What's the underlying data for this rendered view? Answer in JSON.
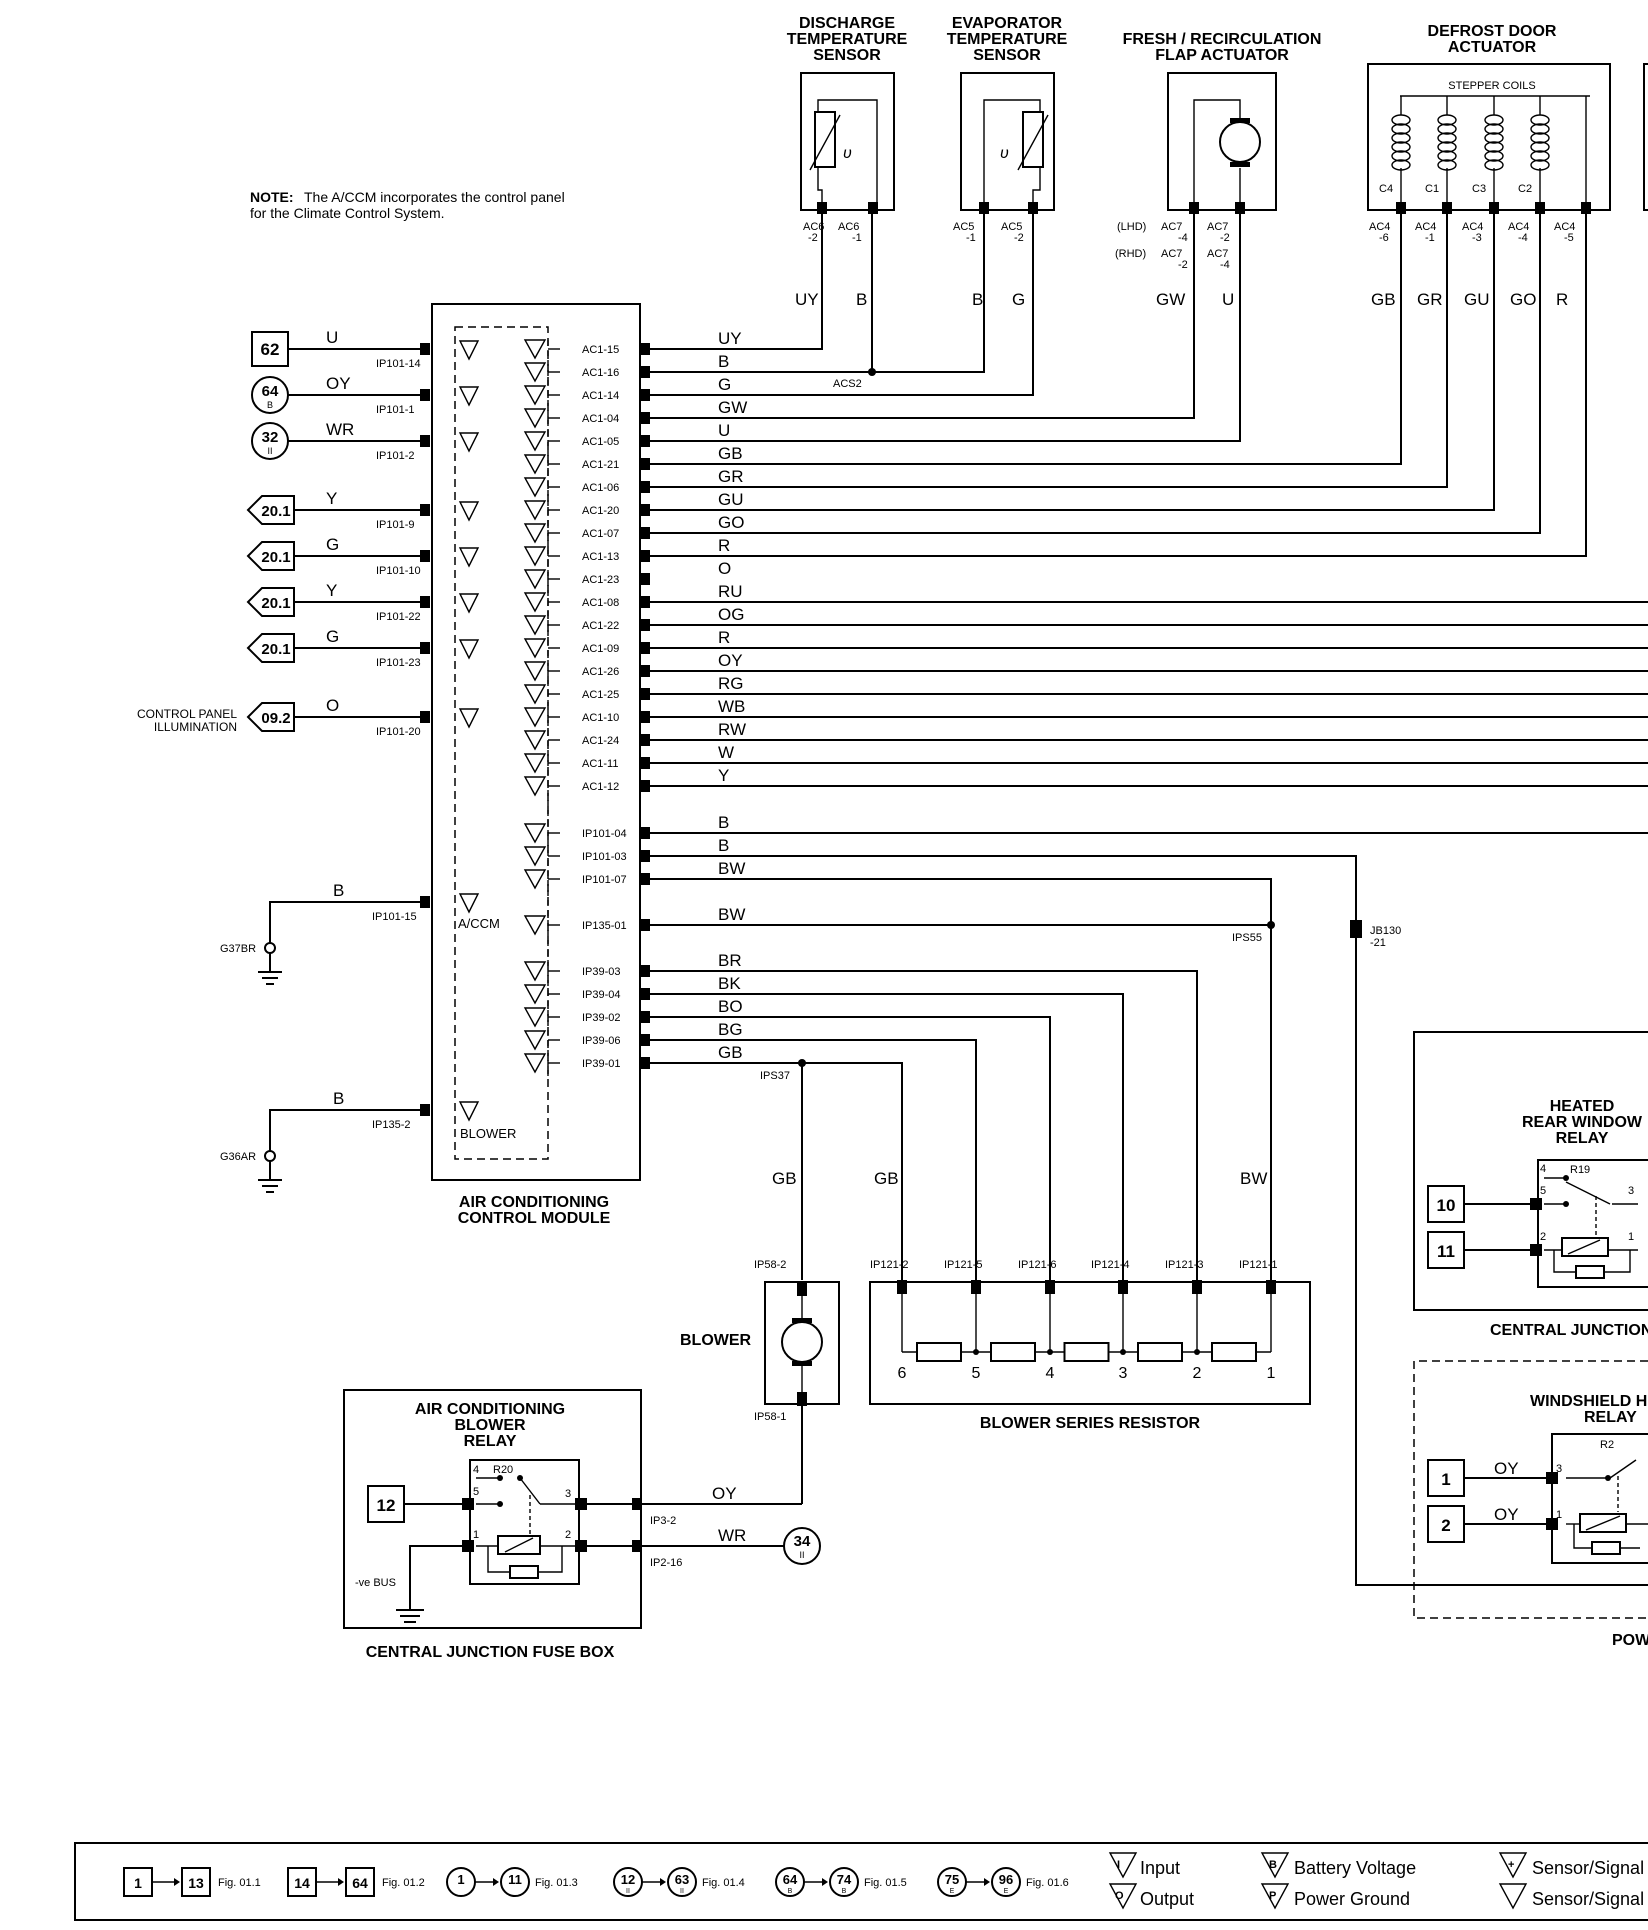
{
  "note": {
    "label": "NOTE:",
    "text1": "The A/CCM incorporates the control panel",
    "text2": "for the Climate Control System."
  },
  "components": {
    "discharge_sensor": {
      "l1": "DISCHARGE",
      "l2": "TEMPERATURE",
      "l3": "SENSOR",
      "pin_a": "AC6",
      "pin_a2": "-2",
      "pin_b": "AC6",
      "pin_b2": "-1",
      "wire_a": "UY",
      "wire_b": "B"
    },
    "evaporator_sensor": {
      "l1": "EVAPORATOR",
      "l2": "TEMPERATURE",
      "l3": "SENSOR",
      "pin_a": "AC5",
      "pin_a2": "-1",
      "pin_b": "AC5",
      "pin_b2": "-2",
      "wire_a": "B",
      "wire_b": "G"
    },
    "flap_actuator": {
      "l1": "FRESH / RECIRCULATION",
      "l2": "FLAP ACTUATOR",
      "lhd": "(LHD)",
      "rhd": "(RHD)",
      "pin_a": "AC7",
      "pin_a2": "-4",
      "pin_a3": "AC7",
      "pin_a4": "-2",
      "pin_b": "AC7",
      "pin_b2": "-2",
      "pin_b3": "AC7",
      "pin_b4": "-4",
      "wire_a": "GW",
      "wire_b": "U"
    },
    "defrost_actuator": {
      "l1": "DEFROST DOOR",
      "l2": "ACTUATOR",
      "coils": "STEPPER COILS",
      "c_labels": [
        "C4",
        "C1",
        "C3",
        "C2"
      ],
      "pins": [
        "AC4",
        "AC4",
        "AC4",
        "AC4",
        "AC4"
      ],
      "pins2": [
        "-6",
        "-1",
        "-3",
        "-4",
        "-5"
      ],
      "wires": [
        "GB",
        "GR",
        "GU",
        "GO",
        "R"
      ]
    },
    "accm": {
      "l1": "AIR CONDITIONING",
      "l2": "CONTROL MODULE",
      "ground_label": "A/CCM",
      "blower_label": "BLOWER"
    },
    "blower": {
      "label": "BLOWER",
      "pin_top": "IP58-2",
      "pin_bottom": "IP58-1",
      "wire": "GB"
    },
    "resistor": {
      "label": "BLOWER SERIES RESISTOR",
      "pins": [
        "IP121-2",
        "IP121-5",
        "IP121-6",
        "IP121-4",
        "IP121-3",
        "IP121-1"
      ],
      "nums": [
        "6",
        "5",
        "4",
        "3",
        "2",
        "1"
      ],
      "wire_a": "GB",
      "wire_b": "BW"
    },
    "ac_relay": {
      "l1": "AIR CONDITIONING",
      "l2": "BLOWER",
      "l3": "RELAY",
      "ref": "R20",
      "pins": [
        "4",
        "5",
        "3",
        "1",
        "2"
      ],
      "ref_box": "12",
      "bus": "-ve BUS",
      "out1": "IP3-2",
      "out2": "IP2-16",
      "wire1": "OY",
      "wire2": "WR",
      "dest": "34",
      "dest_sub": "II",
      "fusebox": "CENTRAL JUNCTION FUSE BOX"
    },
    "hrw_relay": {
      "l1": "HEATED",
      "l2": "REAR WINDOW",
      "l3": "RELAY",
      "ref": "R19",
      "pins": [
        "4",
        "5",
        "3",
        "2",
        "1"
      ],
      "ref1": "10",
      "ref2": "11",
      "box": "CENTRAL JUNCTION"
    },
    "ws_relay": {
      "l1": "WINDSHIELD HE",
      "l2": "RELAY",
      "ref": "R2",
      "pins": [
        "3",
        "1"
      ],
      "ref1": "1",
      "ref2": "2",
      "wire1": "OY",
      "wire2": "OY",
      "box": "POW"
    },
    "jb": {
      "l1": "JB130",
      "l2": "-21"
    },
    "splices": {
      "acs2": "ACS2",
      "ips55": "IPS55",
      "ips37": "IPS37"
    }
  },
  "left_inputs": [
    {
      "ref": "62",
      "ref_sub": "",
      "shape": "square",
      "wire": "U",
      "pin": "IP101-14"
    },
    {
      "ref": "64",
      "ref_sub": "B",
      "shape": "circle",
      "wire": "OY",
      "pin": "IP101-1"
    },
    {
      "ref": "32",
      "ref_sub": "II",
      "shape": "circle",
      "wire": "WR",
      "pin": "IP101-2"
    },
    {
      "ref": "20.1",
      "ref_sub": "",
      "shape": "flag",
      "wire": "Y",
      "pin": "IP101-9"
    },
    {
      "ref": "20.1",
      "ref_sub": "",
      "shape": "flag",
      "wire": "G",
      "pin": "IP101-10"
    },
    {
      "ref": "20.1",
      "ref_sub": "",
      "shape": "flag",
      "wire": "Y",
      "pin": "IP101-22"
    },
    {
      "ref": "20.1",
      "ref_sub": "",
      "shape": "flag",
      "wire": "G",
      "pin": "IP101-23"
    },
    {
      "ref": "09.2",
      "ref_sub": "",
      "shape": "flag",
      "wire": "O",
      "pin": "IP101-20"
    }
  ],
  "panel_illum": {
    "l1": "CONTROL PANEL",
    "l2": "ILLUMINATION"
  },
  "grounds": [
    {
      "name": "G37BR",
      "wire": "B",
      "pin": "IP101-15"
    },
    {
      "name": "G36AR",
      "wire": "B",
      "pin": "IP135-2"
    }
  ],
  "right_pins": [
    {
      "pin": "AC1-15",
      "wire": "UY"
    },
    {
      "pin": "AC1-16",
      "wire": "B"
    },
    {
      "pin": "AC1-14",
      "wire": "G"
    },
    {
      "pin": "AC1-04",
      "wire": "GW"
    },
    {
      "pin": "AC1-05",
      "wire": "U"
    },
    {
      "pin": "AC1-21",
      "wire": "GB"
    },
    {
      "pin": "AC1-06",
      "wire": "GR"
    },
    {
      "pin": "AC1-20",
      "wire": "GU"
    },
    {
      "pin": "AC1-07",
      "wire": "GO"
    },
    {
      "pin": "AC1-13",
      "wire": "R"
    },
    {
      "pin": "AC1-23",
      "wire": "O"
    },
    {
      "pin": "AC1-08",
      "wire": "RU"
    },
    {
      "pin": "AC1-22",
      "wire": "OG"
    },
    {
      "pin": "AC1-09",
      "wire": "R"
    },
    {
      "pin": "AC1-26",
      "wire": "OY"
    },
    {
      "pin": "AC1-25",
      "wire": "RG"
    },
    {
      "pin": "AC1-10",
      "wire": "WB"
    },
    {
      "pin": "AC1-24",
      "wire": "RW"
    },
    {
      "pin": "AC1-11",
      "wire": "W"
    },
    {
      "pin": "AC1-12",
      "wire": "Y"
    },
    {
      "pin": "IP101-04",
      "wire": "B"
    },
    {
      "pin": "IP101-03",
      "wire": "B"
    },
    {
      "pin": "IP101-07",
      "wire": "BW"
    },
    {
      "pin": "IP135-01",
      "wire": "BW"
    },
    {
      "pin": "IP39-03",
      "wire": "BR"
    },
    {
      "pin": "IP39-04",
      "wire": "BK"
    },
    {
      "pin": "IP39-02",
      "wire": "BO"
    },
    {
      "pin": "IP39-06",
      "wire": "BG"
    },
    {
      "pin": "IP39-01",
      "wire": "GB"
    }
  ],
  "legend": {
    "items": [
      {
        "a": "1",
        "b": "13",
        "fig": "Fig. 01.1",
        "shape": "square",
        "sa": "",
        "sb": ""
      },
      {
        "a": "14",
        "b": "64",
        "fig": "Fig. 01.2",
        "shape": "square",
        "sa": "",
        "sb": ""
      },
      {
        "a": "1",
        "b": "11",
        "fig": "Fig. 01.3",
        "shape": "circle",
        "sa": "",
        "sb": ""
      },
      {
        "a": "12",
        "b": "63",
        "fig": "Fig. 01.4",
        "shape": "circle",
        "sa": "II",
        "sb": "II"
      },
      {
        "a": "64",
        "b": "74",
        "fig": "Fig. 01.5",
        "shape": "circle",
        "sa": "B",
        "sb": "B"
      },
      {
        "a": "75",
        "b": "96",
        "fig": "Fig. 01.6",
        "shape": "circle",
        "sa": "E",
        "sb": "E"
      }
    ],
    "input": "Input",
    "output": "Output",
    "battery": "Battery Voltage",
    "ground": "Power Ground",
    "sensor_a": "Sensor/Signal +",
    "sensor_b": "Sensor/Signal -"
  }
}
